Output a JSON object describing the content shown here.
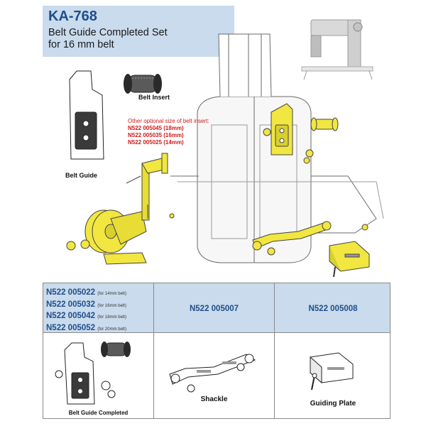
{
  "header": {
    "model": "KA-768",
    "subtitle_line1": "Belt Guide Completed Set",
    "subtitle_line2": "for 16 mm belt"
  },
  "diagram": {
    "label_belt_insert": "Belt Insert",
    "label_belt_guide": "Belt Guide",
    "optional_sizes_title": "Other optional size of belt insert:",
    "optional_sizes": [
      "N522 005045  (18mm)",
      "N522 005035  (16mm)",
      "N522 005025  (14mm)"
    ]
  },
  "table": {
    "col1": {
      "parts": [
        {
          "pn": "N522 005022",
          "note": "(for 14mm belt)"
        },
        {
          "pn": "N522 005032",
          "note": "(for 16mm belt)"
        },
        {
          "pn": "N522 005042",
          "note": "(for 18mm belt)"
        },
        {
          "pn": "N522 005052",
          "note": "(for 20mm belt)"
        }
      ],
      "caption": "Belt Guide Completed"
    },
    "col2": {
      "pn": "N522 005007",
      "caption": "Shackle"
    },
    "col3": {
      "pn": "N522 005008",
      "caption": "Guiding Plate"
    }
  },
  "colors": {
    "header_bg": "#c9dbec",
    "accent_blue": "#1f4e8c",
    "highlight_yellow": "#f2e640",
    "note_red": "#d01818"
  }
}
